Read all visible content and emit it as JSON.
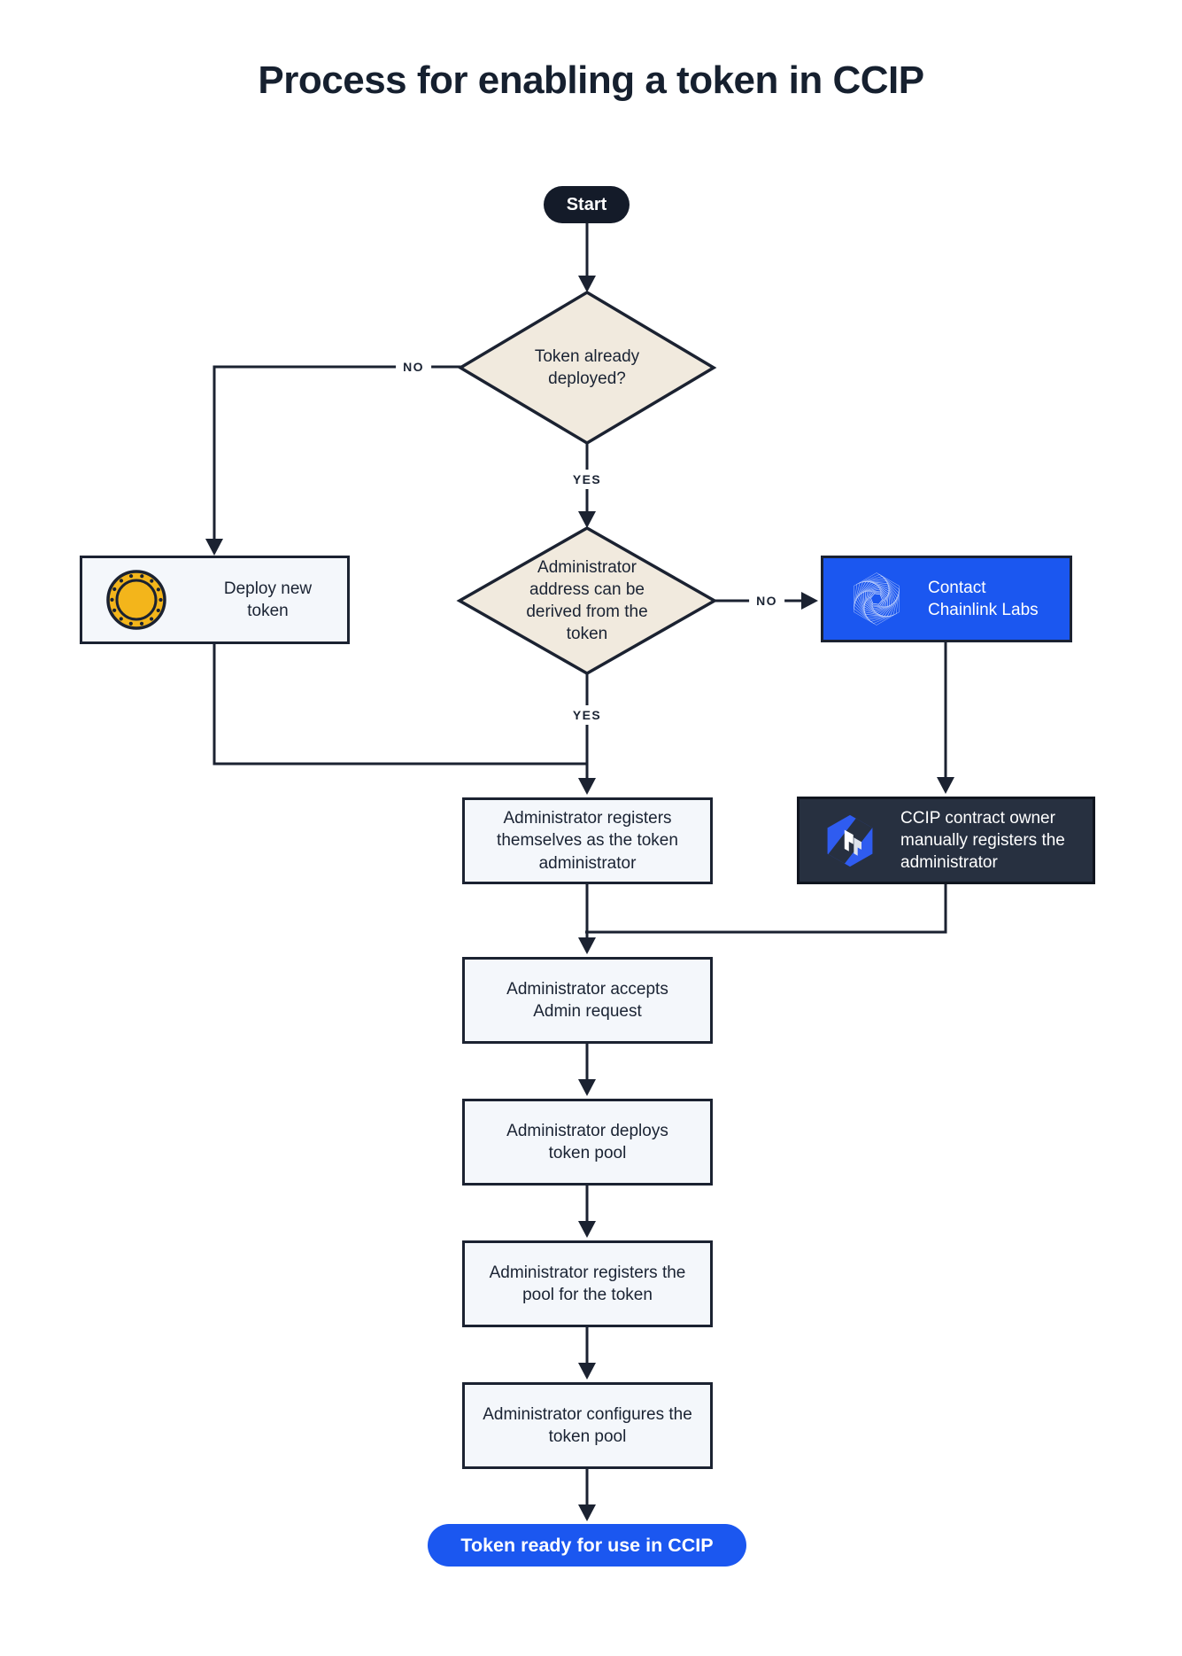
{
  "title": "Process for enabling a token in CCIP",
  "colors": {
    "ink": "#1B2231",
    "accent_blue": "#1B57F0",
    "diamond_fill": "#F1EADE",
    "light_box_fill": "#F4F7FB",
    "dark_box_fill": "#273040",
    "start_fill": "#141B29",
    "coin_gold": "#F3B51B",
    "ccip_logo_blue": "#2F5CF0",
    "white": "#FFFFFF"
  },
  "nodes": {
    "start": {
      "label": "Start",
      "type": "terminal"
    },
    "token_deployed": {
      "label": "Token already deployed?",
      "type": "decision"
    },
    "deploy_new_token": {
      "label": "Deploy new token",
      "type": "process",
      "icon": "coin-icon"
    },
    "admin_address_derivable": {
      "label": "Administrator address can be derived from the token",
      "type": "decision"
    },
    "contact_chainlink": {
      "label": "Contact Chainlink Labs",
      "type": "process",
      "icon": "chainlink-icon"
    },
    "admin_registers_self": {
      "label": "Administrator registers themselves as the token administrator",
      "type": "process"
    },
    "ccip_owner_registers": {
      "label": "CCIP contract owner manually registers the administrator",
      "type": "process",
      "icon": "ccip-icon"
    },
    "admin_accepts": {
      "label": "Administrator accepts Admin request",
      "type": "process"
    },
    "admin_deploys_pool": {
      "label": "Administrator deploys token pool",
      "type": "process"
    },
    "admin_registers_pool": {
      "label": "Administrator registers the pool for the token",
      "type": "process"
    },
    "admin_configures_pool": {
      "label": "Administrator configures the token pool",
      "type": "process"
    },
    "token_ready": {
      "label": "Token ready for use in CCIP",
      "type": "terminal"
    }
  },
  "edge_labels": {
    "token_deployed_no": "NO",
    "token_deployed_yes": "YES",
    "admin_address_no": "NO",
    "admin_address_yes": "YES"
  }
}
